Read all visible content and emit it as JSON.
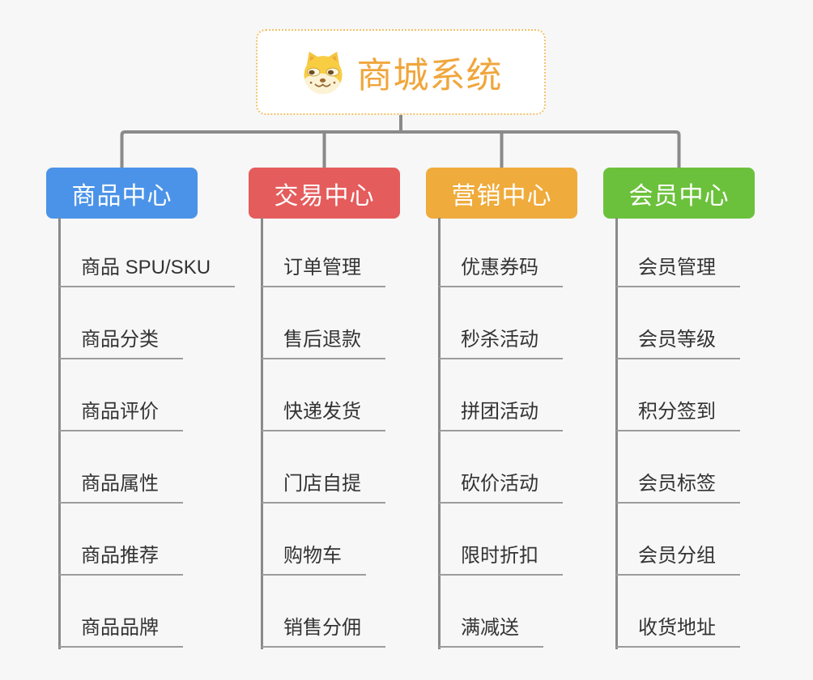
{
  "root": {
    "title": "商城系统",
    "icon": "doge-face-icon",
    "title_color": "#f0a63c",
    "border_color": "#f2c269"
  },
  "branches": [
    {
      "label": "商品中心",
      "color": "#4b93e8",
      "items": [
        "商品 SPU/SKU",
        "商品分类",
        "商品评价",
        "商品属性",
        "商品推荐",
        "商品品牌"
      ]
    },
    {
      "label": "交易中心",
      "color": "#e55c5c",
      "items": [
        "订单管理",
        "售后退款",
        "快递发货",
        "门店自提",
        "购物车",
        "销售分佣"
      ]
    },
    {
      "label": "营销中心",
      "color": "#efab3b",
      "items": [
        "优惠券码",
        "秒杀活动",
        "拼团活动",
        "砍价活动",
        "限时折扣",
        "满减送"
      ]
    },
    {
      "label": "会员中心",
      "color": "#6cc13c",
      "items": [
        "会员管理",
        "会员等级",
        "积分签到",
        "会员标签",
        "会员分组",
        "收货地址"
      ]
    }
  ],
  "connector_color": "#8a8a8a",
  "underline_color": "#9c9c9c",
  "background_color": "#f7f7f7"
}
